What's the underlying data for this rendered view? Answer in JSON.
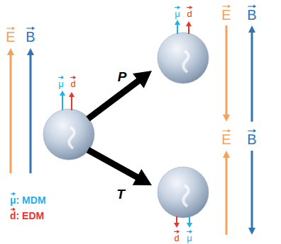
{
  "diagram": {
    "labels": [
      "E",
      "B",
      "μ",
      "d",
      "P",
      "T",
      "μ",
      "d",
      "E",
      "B",
      "E",
      "B",
      "d",
      "μ",
      "μ: MDM",
      "d: EDM"
    ]
  }
}
